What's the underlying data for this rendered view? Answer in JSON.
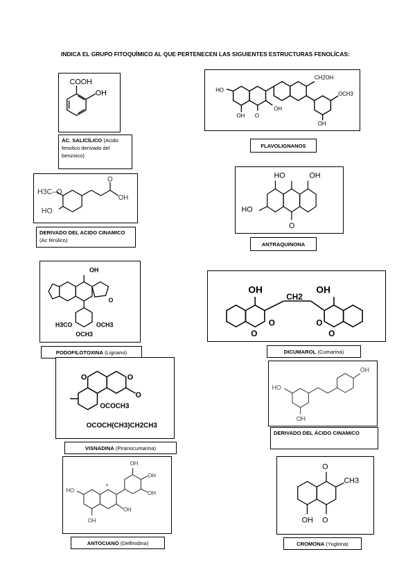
{
  "title": "INDICA EL GRUPO FITOQUÍMICO AL QUE PERTENECEN LAS SIGUIENTES ESTRUCTURAS FENOLÍCAS:",
  "items": [
    {
      "bold": "ÁC. SALICÍLICO",
      "rest": " (Acido fenolico derivado del benzoico)"
    },
    {
      "bold": "FLAVOLIGNANOS",
      "rest": ""
    },
    {
      "bold": "DERIVADO DEL ACIDO CINAMICO",
      "rest": " (Ac ferúlico)"
    },
    {
      "bold": "ANTRAQUINONA",
      "rest": ""
    },
    {
      "bold": "PODOFILOTOXINA",
      "rest": " (Lignano)"
    },
    {
      "bold": "DICUMAROL",
      "rest": " (Cumarina)"
    },
    {
      "bold": "VISNADINA",
      "rest": " (Piranocumarina)"
    },
    {
      "bold": "DERIVADO DEL ÁCIDO CINAMICO",
      "rest": ""
    },
    {
      "bold": "ANTOCIANO",
      "rest": " (Delfinidina)"
    },
    {
      "bold": "CROMONA",
      "rest": " (Yuglona)"
    }
  ],
  "labels": {
    "cooh": "COOH",
    "oh": "OH",
    "ho": "HO",
    "h3co": "H3C–O",
    "o": "O",
    "ch2oh": "CH2OH",
    "och3": "OCH3",
    "ch2": "CH2",
    "h3co2": "H3CO",
    "ococh3": "OCOCH3",
    "ococh": "OCOCH(CH3)CH2CH3",
    "ch3": "CH3",
    "plus": "+"
  }
}
